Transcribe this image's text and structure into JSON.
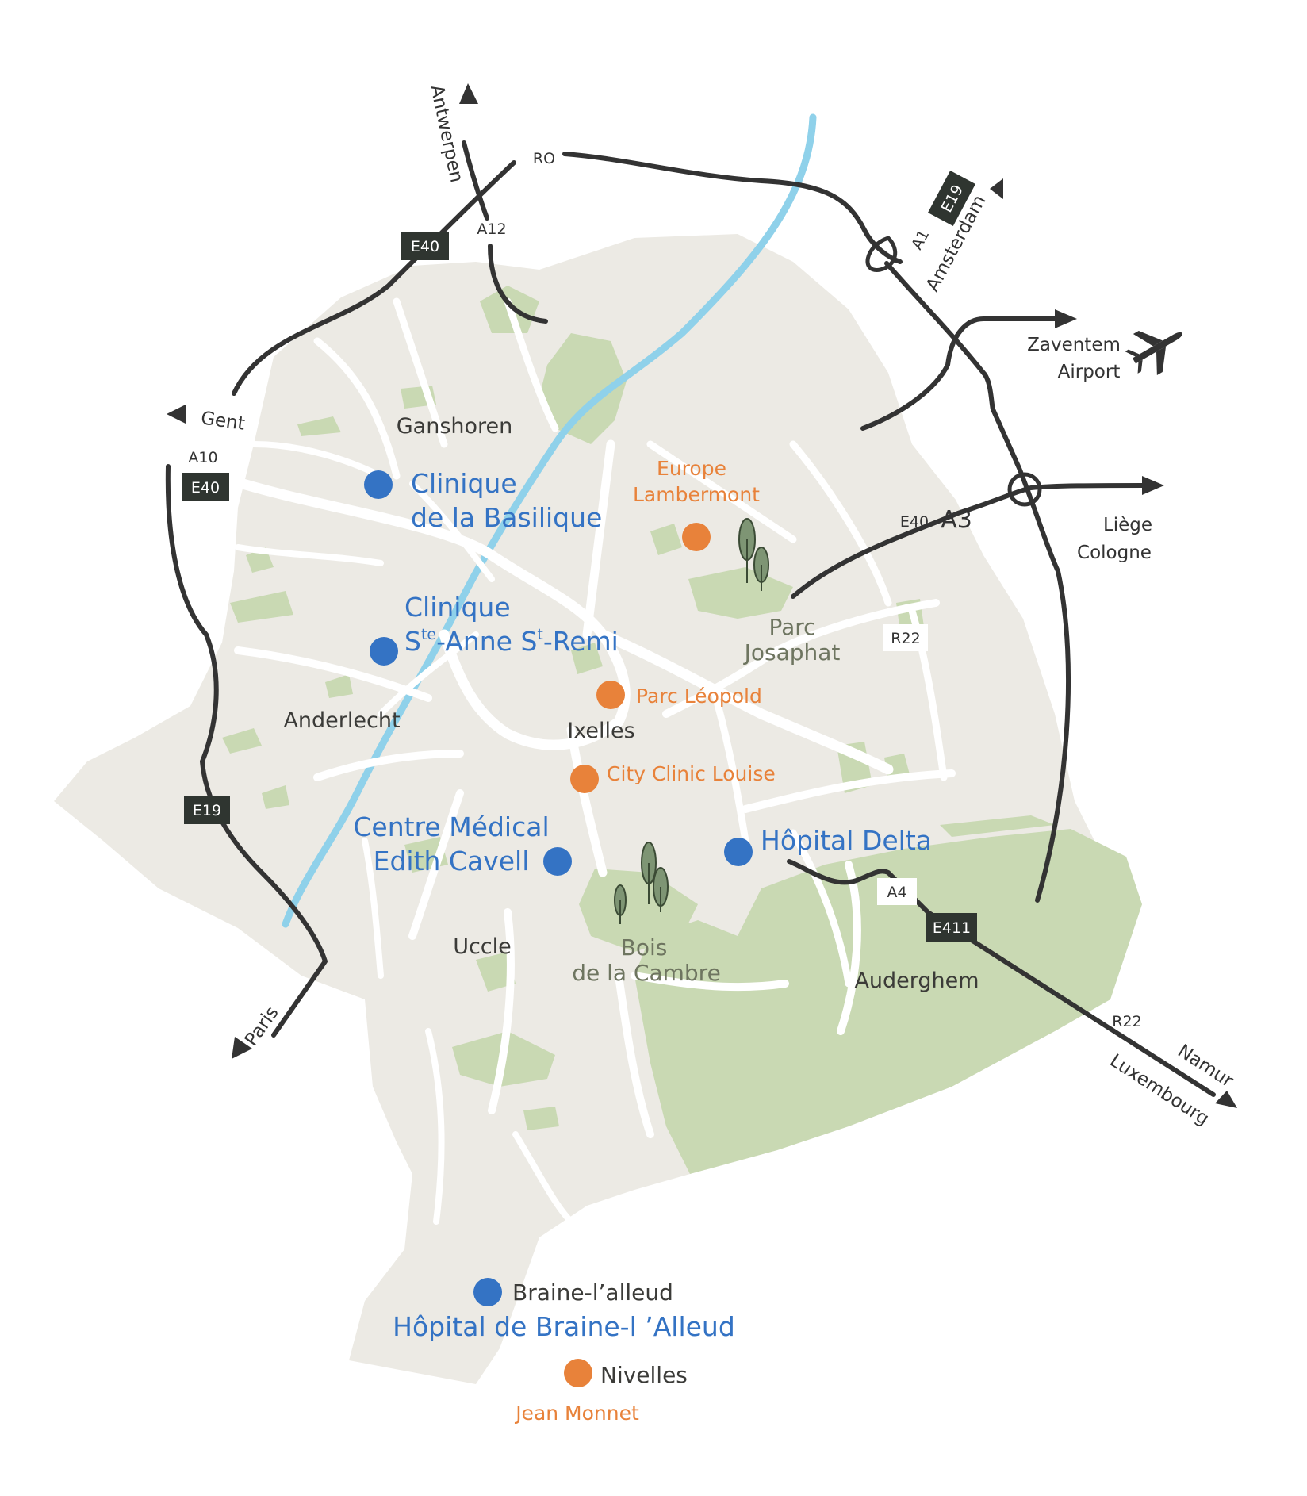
{
  "colors": {
    "hospital_blue": "#3473c4",
    "clinic_orange": "#e8823a",
    "city_fill": "#eceae4",
    "park_green": "#c9d9b3",
    "canal_blue": "#8fd1ea",
    "motorway": "#333333",
    "shield_bg": "#2f3530"
  },
  "districts": {
    "ganshoren": "Ganshoren",
    "anderlecht": "Anderlecht",
    "ixelles": "Ixelles",
    "uccle": "Uccle",
    "auderghem": "Auderghem"
  },
  "parks": {
    "josaphat_1": "Parc",
    "josaphat_2": "Josaphat",
    "cambre_1": "Bois",
    "cambre_2": "de la Cambre"
  },
  "hospitals_blue": {
    "basilique_1": "Clinique",
    "basilique_2": "de la Basilique",
    "steanne_1": "Clinique",
    "steanne_2_a": "S",
    "steanne_2_sup1": "te",
    "steanne_2_b": "-Anne S",
    "steanne_2_sup2": "t",
    "steanne_2_c": "-Remi",
    "cavell_1": "Centre Médical",
    "cavell_2": "Edith Cavell",
    "delta": "Hôpital Delta",
    "braine_place": "Braine-l’alleud",
    "braine": "Hôpital de Braine-l ’Alleud"
  },
  "clinics_orange": {
    "europe_1": "Europe",
    "europe_2": "Lambermont",
    "leopold": "Parc Léopold",
    "louise": "City Clinic Louise",
    "nivelles_place": "Nivelles",
    "monnet": "Jean Monnet"
  },
  "directions": {
    "antwerpen": "Antwerpen",
    "amsterdam": "Amsterdam",
    "zaventem": "Zaventem",
    "airport": "Airport",
    "gent": "Gent",
    "liege": "Liège",
    "cologne": "Cologne",
    "paris": "Paris",
    "namur": "Namur",
    "luxembourg": "Luxembourg"
  },
  "roads": {
    "ro": "RO",
    "a12": "A12",
    "e40_nw": "E40",
    "a10": "A10",
    "e40_w": "E40",
    "e19_ne": "E19",
    "a1": "A1",
    "e40_e": "E40",
    "a3": "A3",
    "r22_mid": "R22",
    "e19_sw": "E19",
    "a4": "A4",
    "e411": "E411",
    "r22_se": "R22"
  },
  "icons": {
    "airport": "airplane-icon",
    "trees": "tree-icon"
  }
}
